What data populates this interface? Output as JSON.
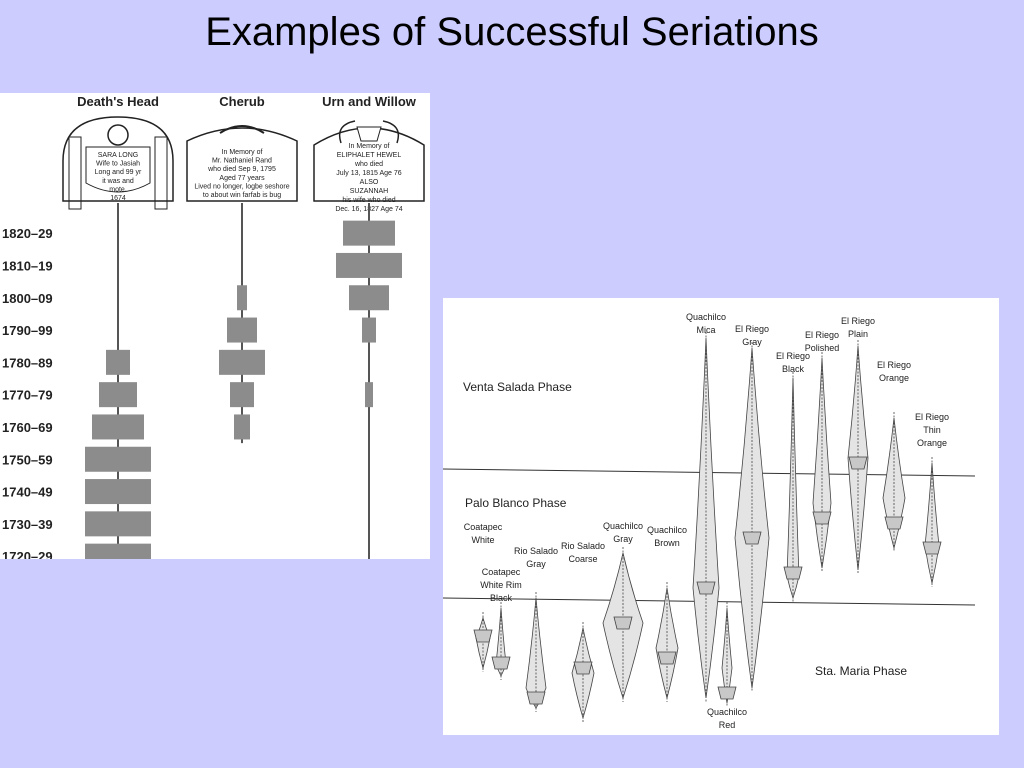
{
  "slide": {
    "title": "Examples of Successful Seriations"
  },
  "gravestones": {
    "columns": [
      {
        "key": "death",
        "header": "Death's Head",
        "stone": [
          "SARA LONG",
          "Wife to Jasiah",
          "Long and 99 yr",
          "it was and",
          "mote.",
          "1674"
        ]
      },
      {
        "key": "cherub",
        "header": "Cherub",
        "stone": [
          "In Memory of",
          "Mr. Nathaniel Rand",
          "who died Sep 9, 1795",
          "Aged 77 years",
          "Lived no longer, logbe seshore",
          "to about win farfab is bug"
        ]
      },
      {
        "key": "urn",
        "header": "Urn and Willow",
        "stone": [
          "In Memory of",
          "ELIPHALET HEWEL",
          "who died",
          "July 13, 1815 Age 76",
          "ALSO",
          "SUZANNAH",
          "his wife who died",
          "Dec. 16, 1827 Age 74"
        ]
      }
    ],
    "decades": [
      "1820–29",
      "1810–19",
      "1800–09",
      "1790–99",
      "1780–89",
      "1770–79",
      "1760–69",
      "1750–59",
      "1740–49",
      "1730–39",
      "1720–29"
    ],
    "frequencies": {
      "death": [
        0,
        0,
        0,
        0,
        24,
        38,
        52,
        66,
        66,
        66,
        66
      ],
      "cherub": [
        0,
        0,
        10,
        30,
        46,
        24,
        16,
        0,
        0,
        0,
        0
      ],
      "urn": [
        52,
        66,
        40,
        14,
        0,
        8,
        0,
        0,
        0,
        0,
        0
      ]
    },
    "colors": {
      "bar": "#8c8c8c",
      "line": "#555555"
    }
  },
  "ceramics": {
    "phases": [
      "Venta Salada Phase",
      "Palo Blanco Phase",
      "Sta. Maria Phase"
    ],
    "types": [
      {
        "label": [
          "Coatapec",
          "White"
        ]
      },
      {
        "label": [
          "Coatapec",
          "White Rim",
          "Black"
        ]
      },
      {
        "label": [
          "Rio Salado",
          "Gray"
        ]
      },
      {
        "label": [
          "Rio Salado",
          "Coarse"
        ]
      },
      {
        "label": [
          "Quachilco",
          "Gray"
        ]
      },
      {
        "label": [
          "Quachilco",
          "Brown"
        ]
      },
      {
        "label": [
          "Quachilco",
          "Mica"
        ]
      },
      {
        "label": [
          "Quachilco",
          "Red"
        ]
      },
      {
        "label": [
          "El Riego",
          "Gray"
        ]
      },
      {
        "label": [
          "El Riego",
          "Black"
        ]
      },
      {
        "label": [
          "El Riego",
          "Polished"
        ]
      },
      {
        "label": [
          "El Riego",
          "Plain"
        ]
      },
      {
        "label": [
          "El Riego",
          "Orange"
        ]
      },
      {
        "label": [
          "El Riego",
          "Thin",
          "Orange"
        ]
      }
    ],
    "colors": {
      "ink": "#444444",
      "fill": "#c8c8c8"
    }
  }
}
